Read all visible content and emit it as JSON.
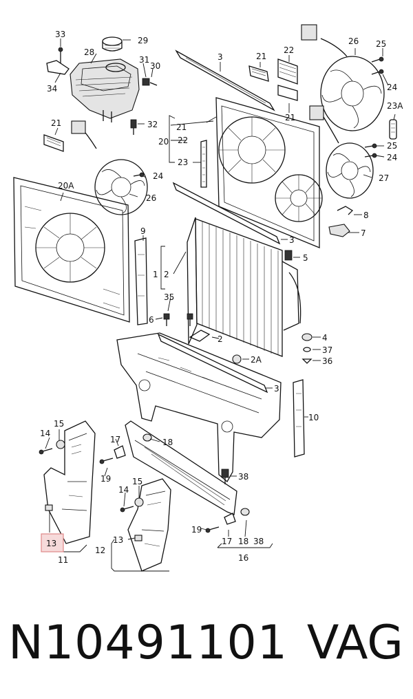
{
  "diagram": {
    "callouts": {
      "c1": "1",
      "c2a": "2",
      "c2b": "2",
      "c2A": "2A",
      "c3a": "3",
      "c3b": "3",
      "c3c": "3",
      "c4": "4",
      "c5": "5",
      "c6": "6",
      "c7": "7",
      "c8": "8",
      "c9": "9",
      "c10": "10",
      "c11": "11",
      "c12": "12",
      "c13a": "13",
      "c13b": "13",
      "c14a": "14",
      "c14b": "14",
      "c15a": "15",
      "c15b": "15",
      "c16": "16",
      "c17a": "17",
      "c17b": "17",
      "c18a": "18",
      "c18b": "18",
      "c19a": "19",
      "c19b": "19",
      "c20": "20",
      "c20A": "20A",
      "c21a": "21",
      "c21b": "21",
      "c21c": "21",
      "c21d": "21",
      "c22a": "22",
      "c22b": "22",
      "c23": "23",
      "c23A": "23A",
      "c24a": "24",
      "c24b": "24",
      "c24c": "24",
      "c25a": "25",
      "c25b": "25",
      "c26a": "26",
      "c26b": "26",
      "c27": "27",
      "c28": "28",
      "c29": "29",
      "c30": "30",
      "c31": "31",
      "c32": "32",
      "c33": "33",
      "c34": "34",
      "c35": "35",
      "c36": "36",
      "c37": "37",
      "c38a": "38",
      "c38b": "38"
    },
    "highlighted_callout": "13"
  },
  "footer": {
    "part_number": "N10491101",
    "brand": "VAG"
  }
}
